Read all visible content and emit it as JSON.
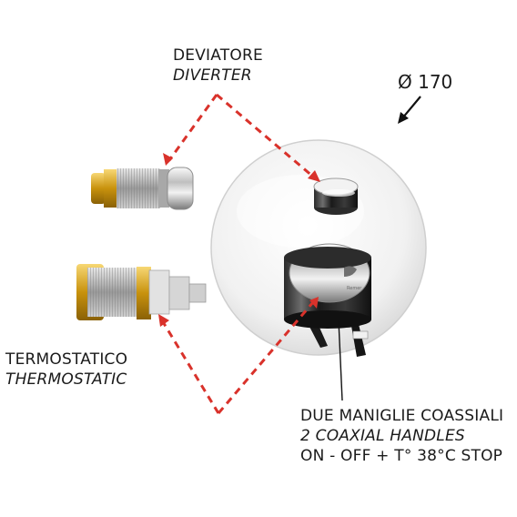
{
  "diverter_label": {
    "line1": "DEVIATORE",
    "line2": "DIVERTER"
  },
  "thermostatic_label": {
    "line1": "TERMOSTATICO",
    "line2": "THERMOSTATIC"
  },
  "handles_label": {
    "line1": "DUE MANIGLIE COASSIALI",
    "line2": "2 COAXIAL HANDLES",
    "line3": "ON - OFF + T°   38°C STOP"
  },
  "diameter_label": "Ø 170",
  "colors": {
    "dashed_arrow": "#d9322b",
    "chrome_light": "#f4f4f4",
    "chrome_dark": "#1c1c1c",
    "brass": "#d4a017"
  }
}
